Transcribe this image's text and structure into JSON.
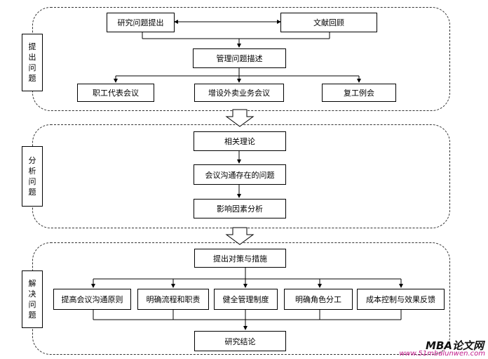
{
  "sections": {
    "s1": {
      "label": "提出问题"
    },
    "s2": {
      "label": "分析问题"
    },
    "s3": {
      "label": "解决问题"
    }
  },
  "nodes": {
    "research_question": "研究问题提出",
    "literature_review": "文献回顾",
    "problem_description": "管理问题描述",
    "staff_meeting": "职工代表会议",
    "delivery_meeting": "增设外卖业务会议",
    "reopen_meeting": "复工例会",
    "related_theory": "相关理论",
    "meeting_problems": "会议沟通存在的问题",
    "factor_analysis": "影响因素分析",
    "countermeasures": "提出对策与措施",
    "principle": "提高会议沟通原则",
    "process": "明确流程和职责",
    "system": "健全管理制度",
    "roles": "明确角色分工",
    "cost_control": "成本控制与效果反馈",
    "conclusion": "研究结论"
  },
  "watermark": {
    "brand": "MBA论文网",
    "url": "www.51mbalunwen.com"
  }
}
